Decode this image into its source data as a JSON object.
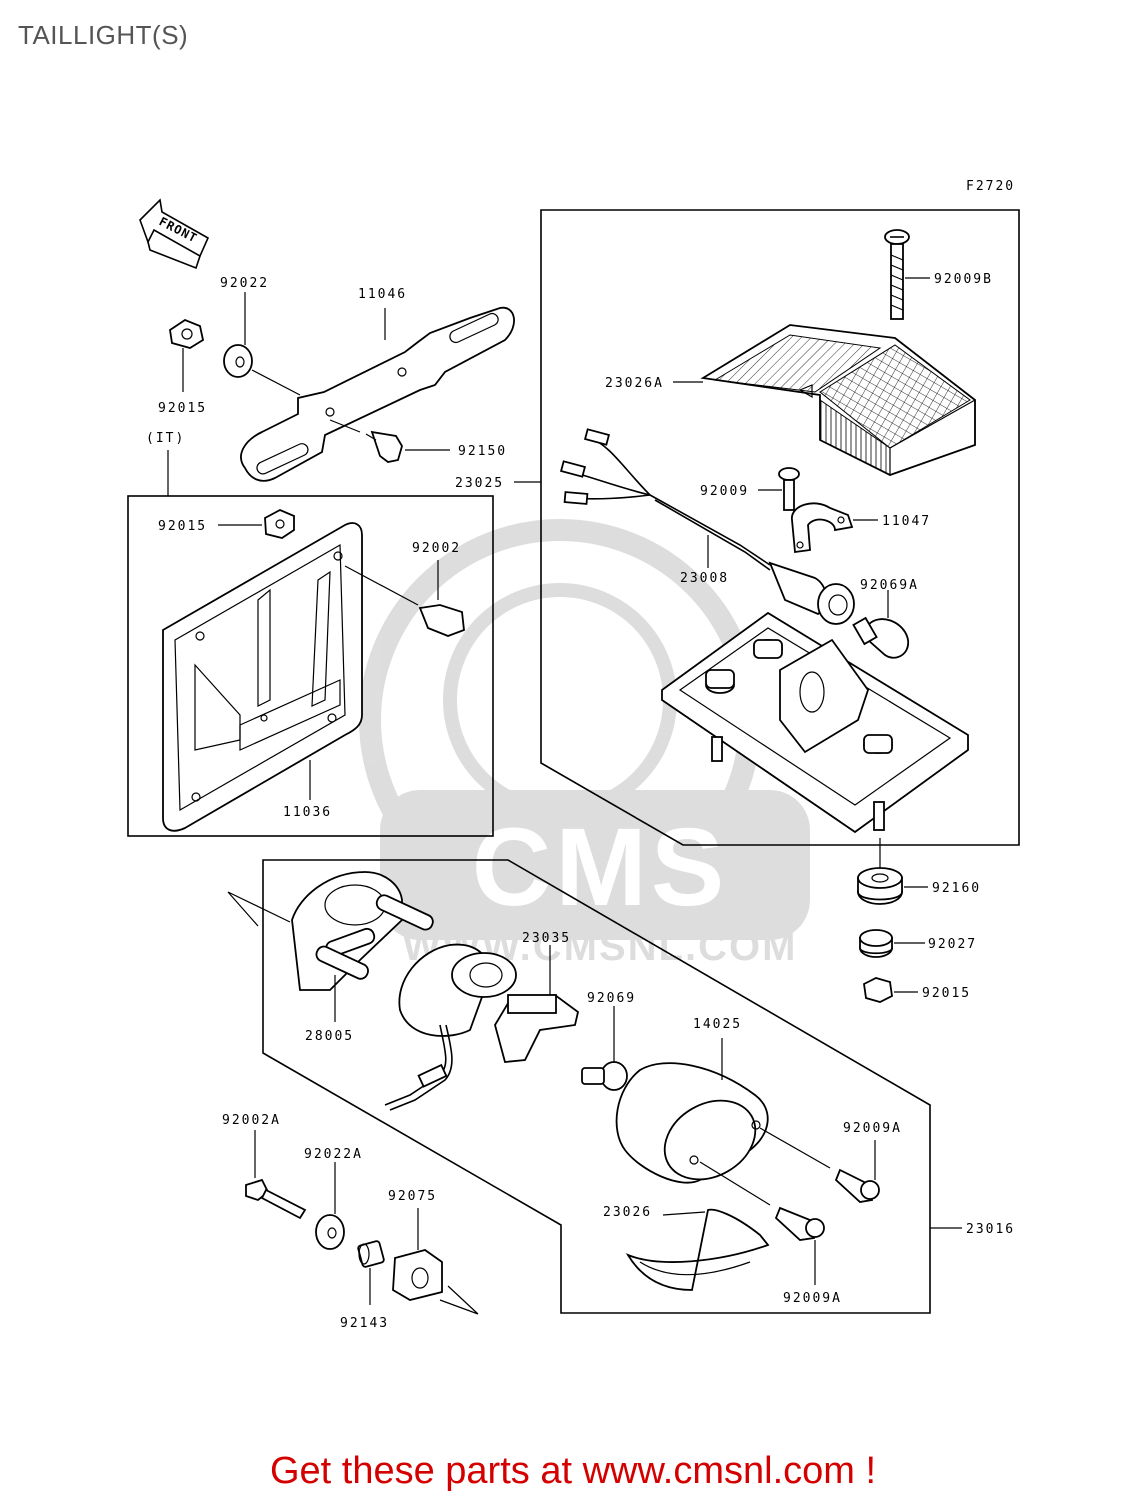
{
  "page": {
    "title": "TAILLIGHT(S)",
    "figure_code": "F2720",
    "front_label": "FRONT",
    "region_label": "(IT)"
  },
  "parts": {
    "p92022": "92022",
    "p11046": "11046",
    "p92015_top": "92015",
    "p92150": "92150",
    "p92015_it": "92015",
    "p92002": "92002",
    "p11036": "11036",
    "p92009B": "92009B",
    "p23026A": "23026A",
    "p23025": "23025",
    "p92009": "92009",
    "p11047": "11047",
    "p23008": "23008",
    "p92069A": "92069A",
    "p92160": "92160",
    "p92027": "92027",
    "p92015_right": "92015",
    "p23035": "23035",
    "p92069": "92069",
    "p28005": "28005",
    "p14025": "14025",
    "p92009A_top": "92009A",
    "p92002A": "92002A",
    "p92022A": "92022A",
    "p92075": "92075",
    "p23026": "23026",
    "p23016": "23016",
    "p92143": "92143",
    "p92009A_bottom": "92009A"
  },
  "watermark": {
    "brand": "CMS",
    "url": "WWW.CMSNL.COM"
  },
  "footer": {
    "cta": "Get these parts at www.cmsnl.com !"
  },
  "colors": {
    "title": "#555555",
    "cta": "#d40000",
    "lines": "#000000"
  }
}
